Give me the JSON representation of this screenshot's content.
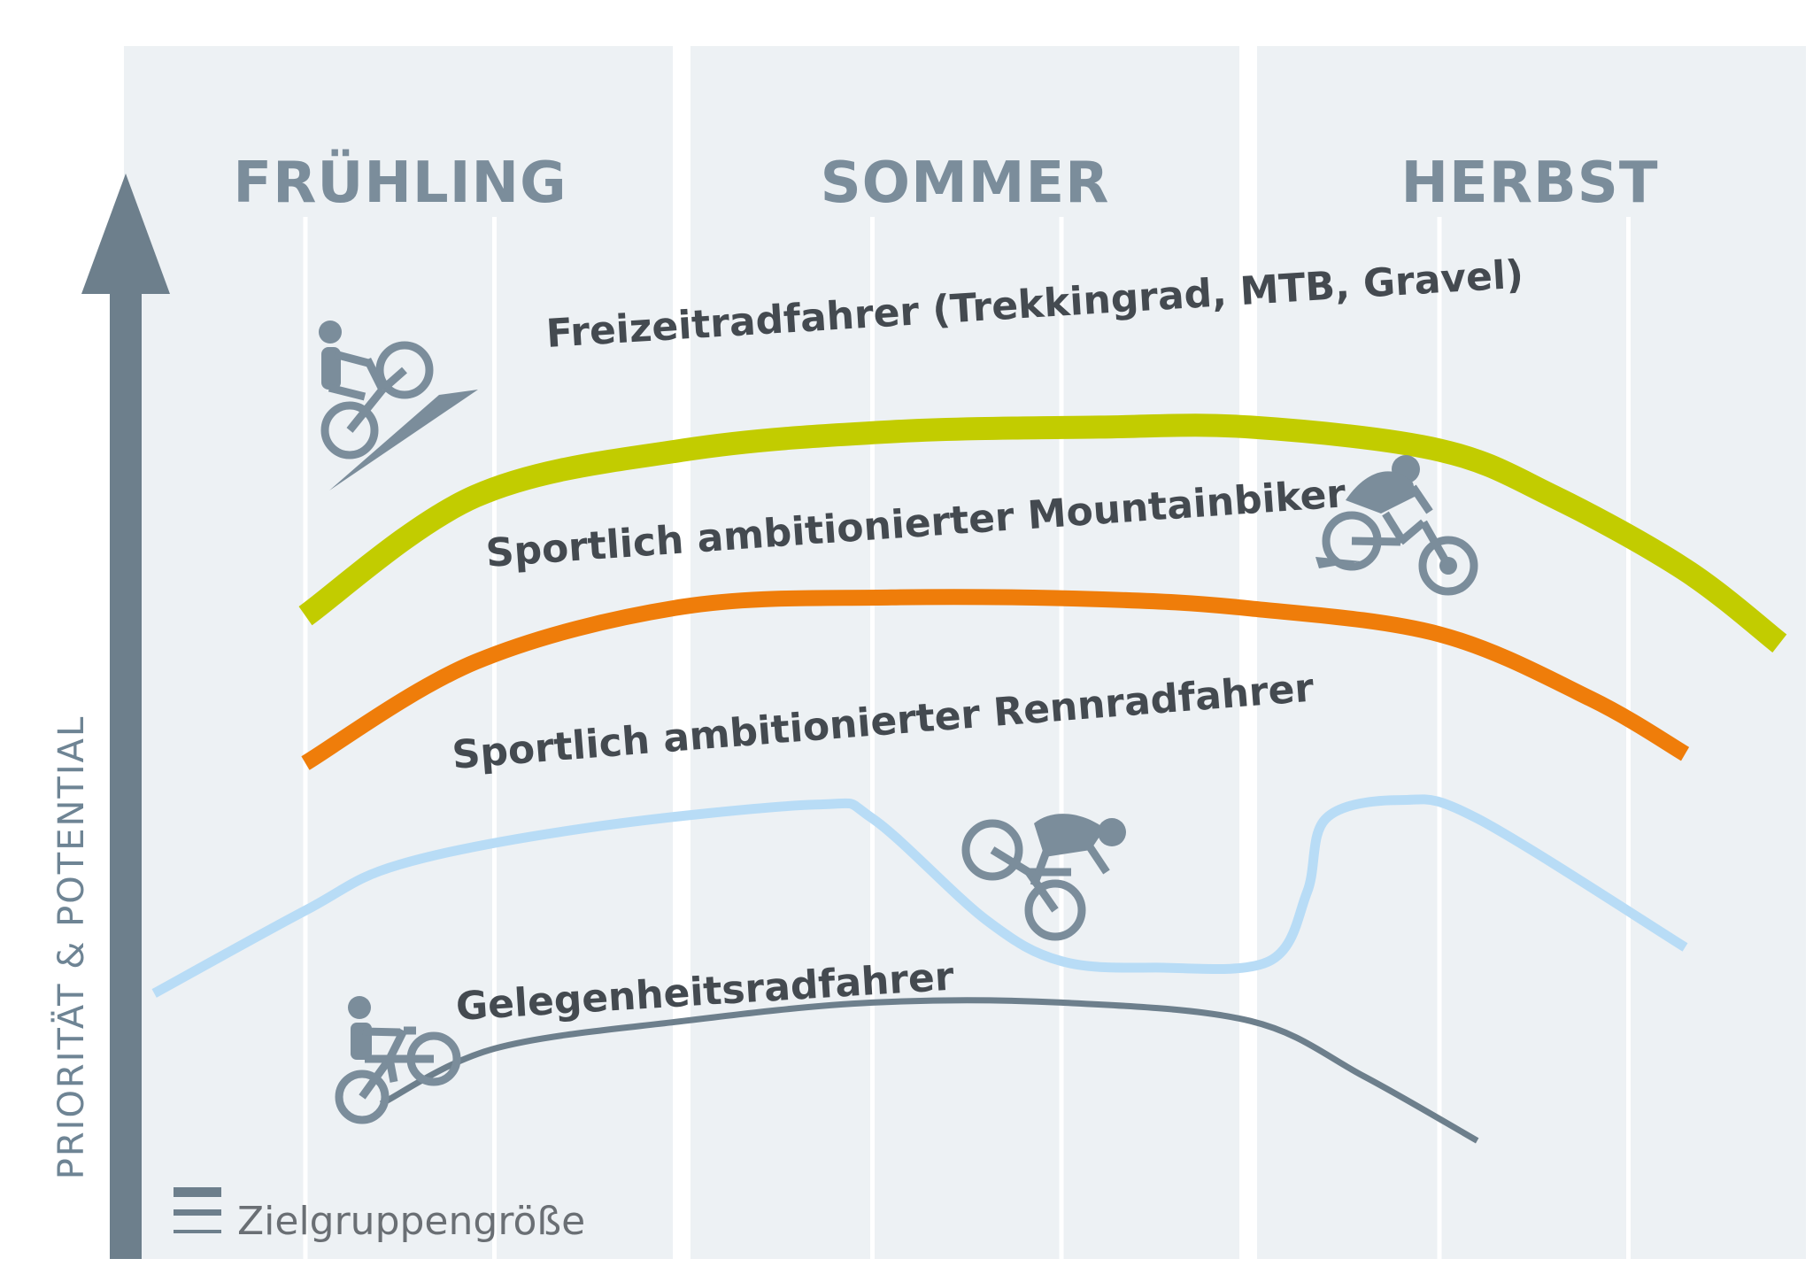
{
  "chart_data": {
    "type": "line",
    "categories": [
      "FRÜHLING",
      "SOMMER",
      "HERBST"
    ],
    "ylabel": "PRIORITÄT & POTENTIAL",
    "legend": {
      "label": "Zielgruppengröße",
      "placement": "bottom-left"
    },
    "x_range": [
      0,
      9
    ],
    "y_range": [
      0,
      100
    ],
    "series": [
      {
        "name": "Freizeitradfahrer (Trekkingrad, MTB, Gravel)",
        "color": "#c2cc00",
        "size": "large",
        "icon": "uphill-cyclist-icon",
        "points": [
          [
            0.0,
            61
          ],
          [
            0.9,
            74
          ],
          [
            2.0,
            79
          ],
          [
            3.1,
            81
          ],
          [
            4.2,
            81.5
          ],
          [
            5.0,
            81.5
          ],
          [
            6.0,
            79
          ],
          [
            6.6,
            74
          ],
          [
            7.3,
            66
          ],
          [
            7.8,
            58
          ]
        ]
      },
      {
        "name": "Sportlich ambitionierter Mountainbiker",
        "color": "#ef7d0a",
        "size": "medium",
        "icon": "mountain-biker-icon",
        "points": [
          [
            0.0,
            45
          ],
          [
            0.9,
            56
          ],
          [
            2.0,
            62
          ],
          [
            3.1,
            63
          ],
          [
            4.2,
            62.8
          ],
          [
            5.0,
            61.8
          ],
          [
            6.0,
            59
          ],
          [
            6.8,
            52
          ],
          [
            7.3,
            46
          ]
        ]
      },
      {
        "name": "Sportlich ambitionierter Rennradfahrer",
        "color": "#b8dcf6",
        "size": "small",
        "icon": "road-cyclist-icon",
        "points": [
          [
            -0.8,
            20
          ],
          [
            0.0,
            29
          ],
          [
            0.5,
            34
          ],
          [
            1.5,
            38
          ],
          [
            2.7,
            40.5
          ],
          [
            3.0,
            39
          ],
          [
            3.6,
            28
          ],
          [
            4.0,
            23.5
          ],
          [
            4.5,
            22.8
          ],
          [
            5.1,
            23.5
          ],
          [
            5.3,
            31
          ],
          [
            5.4,
            39
          ],
          [
            5.8,
            41
          ],
          [
            6.2,
            39
          ],
          [
            7.3,
            25
          ]
        ]
      },
      {
        "name": "Gelegenheitsradfahrer",
        "color": "#6d7f8c",
        "size": "smallest",
        "icon": "casual-cyclist-icon",
        "points": [
          [
            0.4,
            8
          ],
          [
            1.0,
            14
          ],
          [
            2.0,
            17
          ],
          [
            3.0,
            19
          ],
          [
            4.0,
            19
          ],
          [
            5.0,
            17
          ],
          [
            5.6,
            11
          ],
          [
            6.2,
            4
          ]
        ]
      }
    ]
  }
}
